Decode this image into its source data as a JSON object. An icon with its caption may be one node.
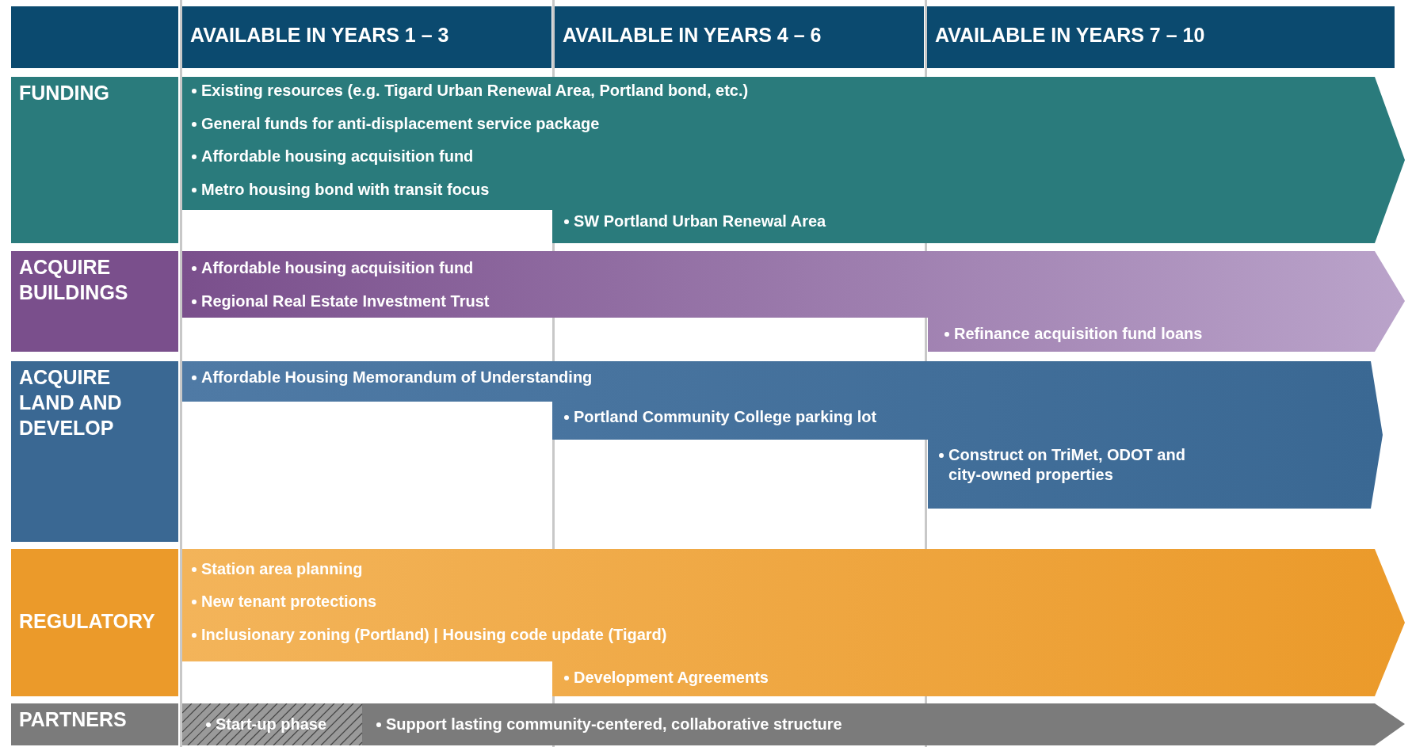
{
  "diagram": {
    "nodes": [
      {
        "text": [
          "AVAILABLE IN YEARS 1 – 3"
        ]
      },
      {
        "text": [
          "AVAILABLE IN YEARS 4 – 6"
        ]
      },
      {
        "text": [
          "AVAILABLE IN YEARS 7 – 10"
        ]
      },
      {
        "text": [
          "FUNDING"
        ]
      },
      {
        "text": [
          "Existing resources (e.g. Tigard Urban Renewal Area, Portland bond, etc.)",
          "General funds for anti-displacement service package",
          "Affordable housing acquisition fund",
          "Metro housing bond with transit focus",
          "SW Portland Urban Renewal Area"
        ]
      },
      {
        "text": [
          "ACQUIRE BUILDINGS"
        ]
      },
      {
        "text": [
          "Affordable housing acquisition fund",
          "Regional Real Estate Investment Trust",
          "Refinance acquisition fund loans"
        ]
      },
      {
        "text": [
          "ACQUIRE LAND AND DEVELOP"
        ]
      },
      {
        "text": [
          "Affordable Housing Memorandum of Understanding",
          "Portland Community College parking lot",
          "Construct on TriMet, ODOT and city-owned properties"
        ]
      },
      {
        "text": [
          "REGULATORY"
        ]
      },
      {
        "text": [
          "Station area planning",
          "New tenant protections",
          "Inclusionary zoning (Portland) | Housing code update (Tigard)",
          "Development Agreements"
        ]
      },
      {
        "text": [
          "PARTNERS"
        ]
      },
      {
        "text": [
          "Start-up phase",
          "Support lasting community-centered, collaborative structure"
        ]
      }
    ]
  }
}
